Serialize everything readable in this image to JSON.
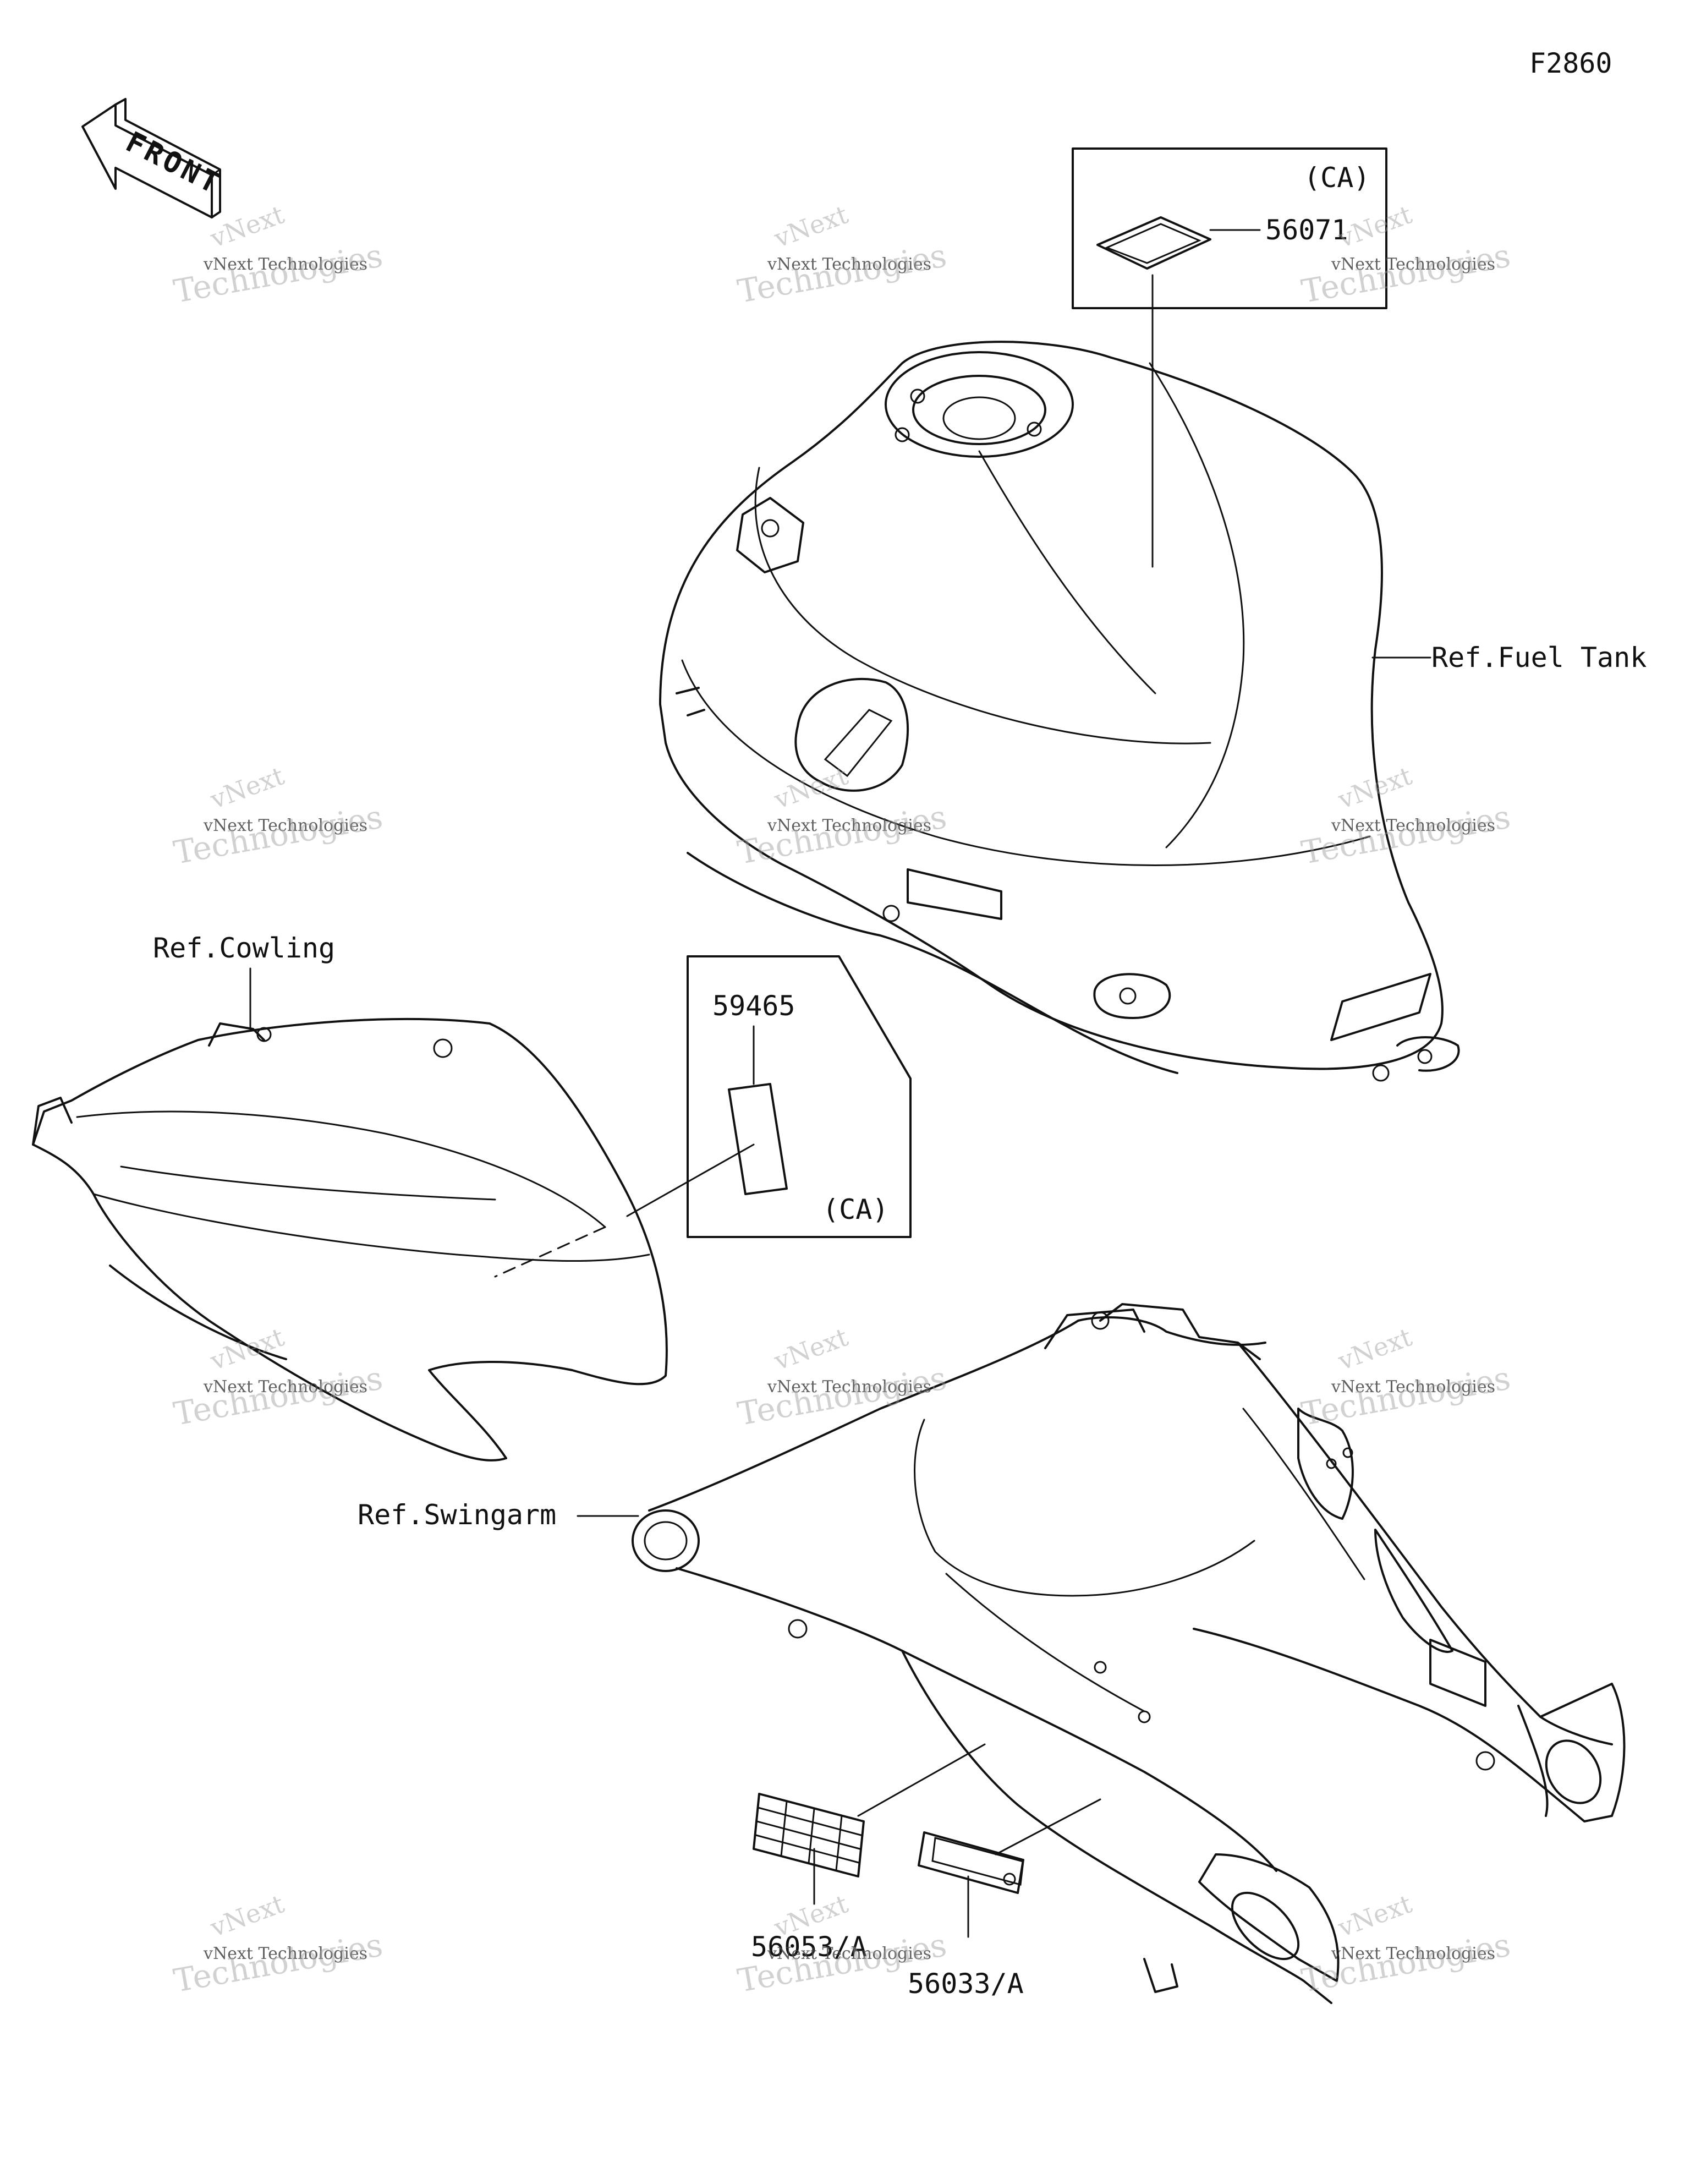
{
  "figure_code": "F2860",
  "front_label": "FRONT",
  "labels": {
    "fuel_tank_ref": "Ref.Fuel Tank",
    "cowling_ref": "Ref.Cowling",
    "swingarm_ref": "Ref.Swingarm",
    "part_56071": "56071",
    "part_56071_region": "(CA)",
    "part_59465": "59465",
    "part_59465_region": "(CA)",
    "part_56053": "56053/A",
    "part_56033": "56033/A"
  },
  "watermark": {
    "line1": "vNext",
    "line2": "vNext Technologies",
    "line3": "Technologies"
  }
}
